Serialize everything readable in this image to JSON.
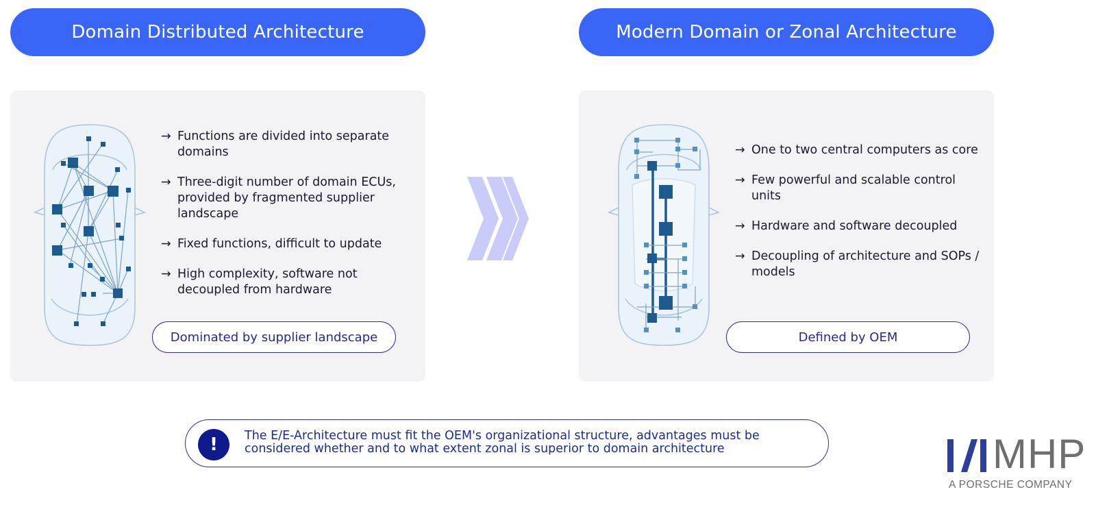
{
  "left": {
    "title": "Domain Distributed Architecture",
    "bullets": [
      "Functions are divided into separate domains",
      "Three-digit number of domain ECUs, provided by fragmented supplier landscape",
      "Fixed functions, difficult to update",
      "High complexity, software not decoupled from hardware"
    ],
    "tag": "Dominated by supplier landscape"
  },
  "right": {
    "title": "Modern Domain or Zonal Architecture",
    "bullets": [
      "One to two central computers as core",
      "Few powerful and scalable control units",
      "Hardware and software decoupled",
      "Decoupling of architecture and SOPs / models"
    ],
    "tag": "Defined by OEM"
  },
  "bullet_arrow": "→",
  "note": {
    "icon": "!",
    "text": "The E/E-Architecture must fit the OEM's organizational structure, advantages must be considered whether and to what extent zonal is superior to domain architecture"
  },
  "logo": {
    "name": "MHP",
    "tagline": "A PORSCHE COMPANY"
  },
  "colors": {
    "accent": "#3a66f7",
    "node": "#1d5b8f",
    "outline_text": "#23289a",
    "chevron": "#c9cbf8",
    "panel_bg": "#f3f3f5",
    "logo_grey": "#6e6e6e",
    "logo_blue": "#2c3e9e"
  }
}
